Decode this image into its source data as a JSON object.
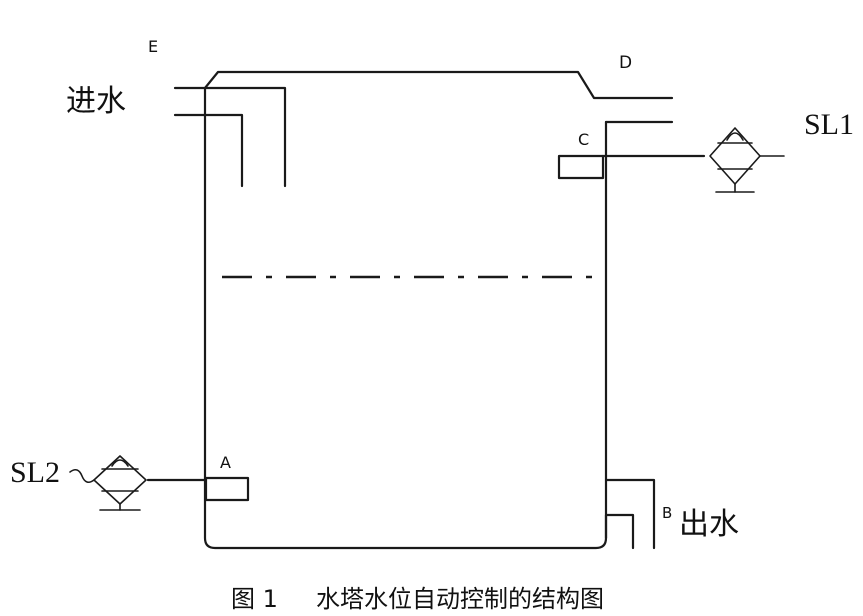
{
  "labels": {
    "inlet": "进水",
    "outlet": "出水",
    "point_e": "E",
    "point_d": "D",
    "point_c": "C",
    "point_a": "A",
    "point_b": "B",
    "sensor_upper": "SL1",
    "sensor_lower": "SL2"
  },
  "caption": {
    "figure_no": "图 1",
    "title": "水塔水位自动控制的结构图"
  }
}
